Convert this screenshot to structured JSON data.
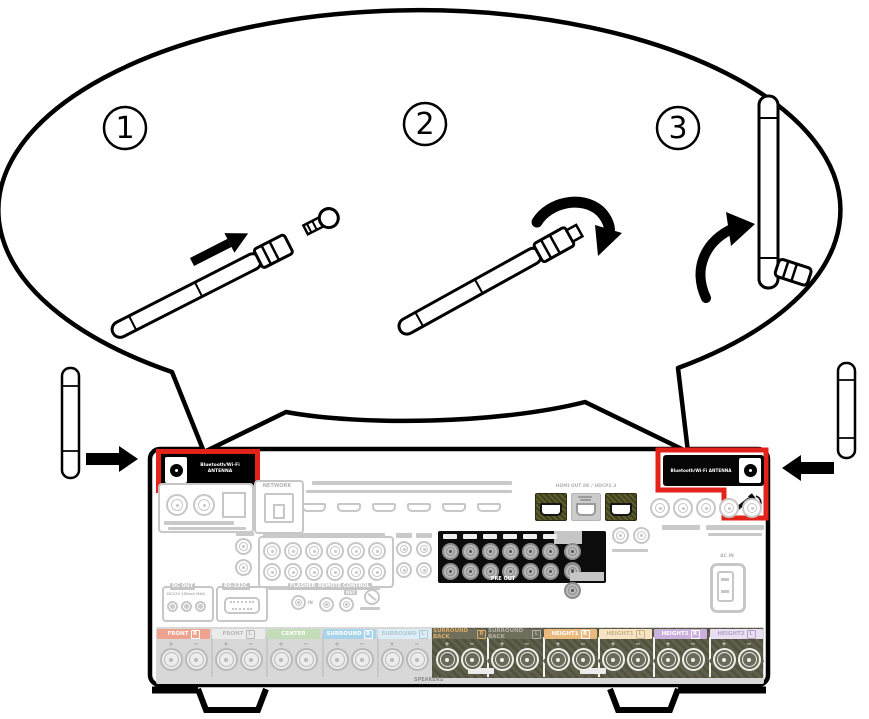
{
  "balloon": {
    "steps": [
      {
        "num": "1",
        "action": "insert-antenna"
      },
      {
        "num": "2",
        "action": "tighten-antenna"
      },
      {
        "num": "3",
        "action": "raise-antenna-upright"
      }
    ]
  },
  "rear_panel": {
    "antenna_terminal_left": {
      "label_line1": "Bluetooth/Wi-Fi",
      "label_line2": "ANTENNA"
    },
    "antenna_terminal_right": {
      "label": "Bluetooth/Wi-Fi ANTENNA"
    },
    "network_label": "NETWORK",
    "hdmi_out_label": "HDMI OUT 8K / HDCP2.3",
    "pre_out_label": "PRE OUT",
    "dc_out": {
      "label": "DC OUT",
      "sub": "DC12V 150mA MAX"
    },
    "rs232c_label": "RS-232C",
    "flasher": {
      "label": "FLASHER",
      "port": "IN"
    },
    "remote_control": {
      "label": "REMOTE CONTROL",
      "out": "OUT"
    },
    "ac_in_label": "AC IN",
    "speakers_label": "SPEAKERS",
    "speaker_terminals": [
      {
        "name": "FRONT",
        "ch": "R",
        "label_bg": "#efa28d",
        "label_fg": "#ffffff",
        "dark": false
      },
      {
        "name": "FRONT",
        "ch": "L",
        "label_bg": "#ebebeb",
        "label_fg": "#b9b9b9",
        "dark": false
      },
      {
        "name": "CENTER",
        "ch": "",
        "label_bg": "#c2ddb8",
        "label_fg": "#ffffff",
        "dark": false
      },
      {
        "name": "SURROUND",
        "ch": "R",
        "label_bg": "#a7d4e9",
        "label_fg": "#ffffff",
        "dark": false
      },
      {
        "name": "SURROUND",
        "ch": "L",
        "label_bg": "#dcedf5",
        "label_fg": "#b2c8d2",
        "dark": false
      },
      {
        "name": "SURROUND BACK",
        "ch": "R",
        "label_bg": "#6e6e5a",
        "label_fg": "#d9a867",
        "dark": true
      },
      {
        "name": "SURROUND BACK",
        "ch": "L",
        "label_bg": "#6e6e5a",
        "label_fg": "#b0b0a8",
        "dark": true
      },
      {
        "name": "HEIGHT1",
        "ch": "R",
        "label_bg": "#eaba7e",
        "label_fg": "#ffffff",
        "dark": true
      },
      {
        "name": "HEIGHT1",
        "ch": "L",
        "label_bg": "#f6e3c3",
        "label_fg": "#c8b28a",
        "dark": true
      },
      {
        "name": "HEIGHT2",
        "ch": "R",
        "label_bg": "#cbb0de",
        "label_fg": "#ffffff",
        "dark": true
      },
      {
        "name": "HEIGHT2",
        "ch": "L",
        "label_bg": "#e9def2",
        "label_fg": "#b4a3c4",
        "dark": true
      }
    ]
  },
  "colors": {
    "highlight_red": "#e3231a",
    "panel_gray": "#c7c7c7",
    "dark_speaker_panel": "#575744",
    "terminal_black": "#000000"
  }
}
